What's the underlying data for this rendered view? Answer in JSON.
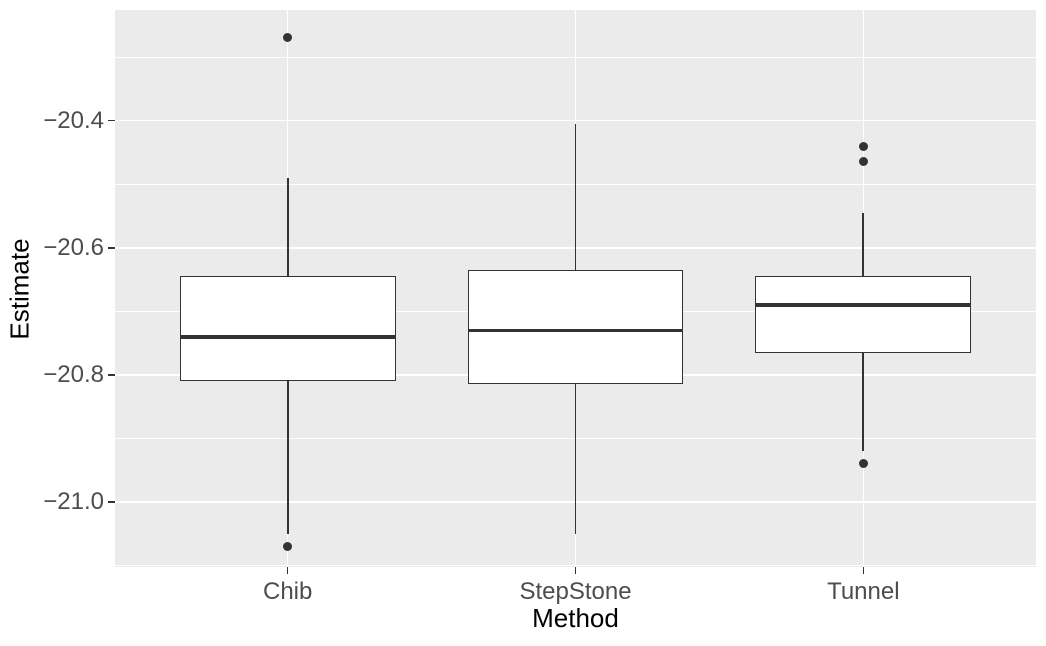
{
  "chart_data": {
    "type": "boxplot",
    "title": "",
    "xlabel": "Method",
    "ylabel": "Estimate",
    "categories": [
      "Chib",
      "StepStone",
      "Tunnel"
    ],
    "ylim": [
      -21.102,
      -20.226
    ],
    "y_major_ticks": [
      {
        "value": -20.4,
        "label": "−20.4"
      },
      {
        "value": -20.6,
        "label": "−20.6"
      },
      {
        "value": -20.8,
        "label": "−20.8"
      },
      {
        "value": -21.0,
        "label": "−21.0"
      }
    ],
    "y_minor_ticks": [
      -20.3,
      -20.5,
      -20.7,
      -20.9,
      -21.1
    ],
    "legend": "none",
    "grid": {
      "horizontal": "major+minor",
      "vertical": "category-centers"
    },
    "boxes": [
      {
        "label": "Chib",
        "whisker_low": -21.05,
        "q1": -20.81,
        "median": -20.74,
        "q3": -20.645,
        "whisker_high": -20.49,
        "outliers": [
          -20.27,
          -21.07
        ]
      },
      {
        "label": "StepStone",
        "whisker_low": -21.05,
        "q1": -20.815,
        "median": -20.73,
        "q3": -20.635,
        "whisker_high": -20.405,
        "outliers": []
      },
      {
        "label": "Tunnel",
        "whisker_low": -20.92,
        "q1": -20.765,
        "median": -20.69,
        "q3": -20.645,
        "whisker_high": -20.545,
        "outliers": [
          -20.44,
          -20.465,
          -20.94
        ]
      }
    ],
    "colors": {
      "panel_background": "#EBEBEB",
      "gridline": "#FFFFFF",
      "box_border": "#333333",
      "box_fill": "#FFFFFF",
      "median": "#333333",
      "outlier": "#333333",
      "tick_mark": "#333333",
      "axis_text": "#4D4D4D",
      "axis_title": "#000000"
    }
  }
}
